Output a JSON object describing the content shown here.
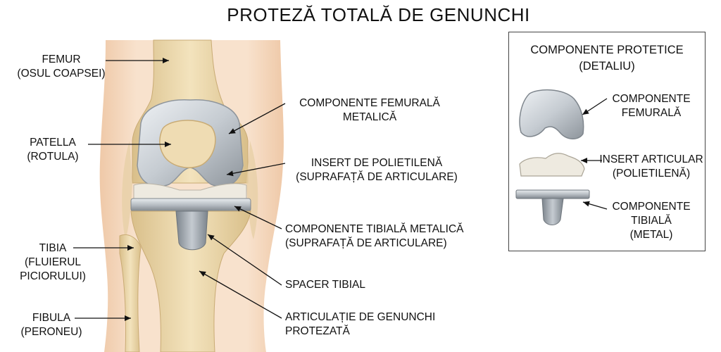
{
  "title": "PROTEZĂ TOTALĂ DE GENUNCHI",
  "labels": {
    "femur": [
      "FEMUR",
      "(OSUL COAPSEI)"
    ],
    "patella": [
      "PATELLA",
      "(ROTULA)"
    ],
    "tibia": [
      "TIBIA",
      "(FLUIERUL",
      "PICIORULUI)"
    ],
    "fibula": [
      "FIBULA",
      "(PERONEU)"
    ],
    "femoral_component": [
      "COMPONENTE FEMURALĂ",
      "METALICĂ"
    ],
    "poly_insert": [
      "INSERT DE POLIETILENĂ",
      "(SUPRAFAȚĂ DE ARTICULARE)"
    ],
    "tibial_component": [
      "COMPONENTE TIBIALĂ METALICĂ",
      "(SUPRAFAȚĂ DE ARTICULARE)"
    ],
    "tibial_spacer": [
      "SPACER TIBIAL"
    ],
    "prosthetic_joint": [
      "ARTICULAȚIE DE GENUNCHI",
      "PROTEZATĂ"
    ]
  },
  "detail": {
    "title": [
      "COMPONENTE PROTETICE",
      "(DETALIU)"
    ],
    "femoral": [
      "COMPONENTE",
      "FEMURALĂ"
    ],
    "insert": [
      "INSERT ARTICULAR",
      "(POLIETILENĂ)"
    ],
    "tibial": [
      "COMPONENTE",
      "TIBIALĂ",
      "(METAL)"
    ]
  },
  "colors": {
    "skin": "#f6dcc4",
    "bone": "#ecd9ad",
    "bone_shadow": "#d9bf8a",
    "metal": "#c9ced3",
    "metal_dark": "#8e959c",
    "poly": "#eeeae0"
  }
}
